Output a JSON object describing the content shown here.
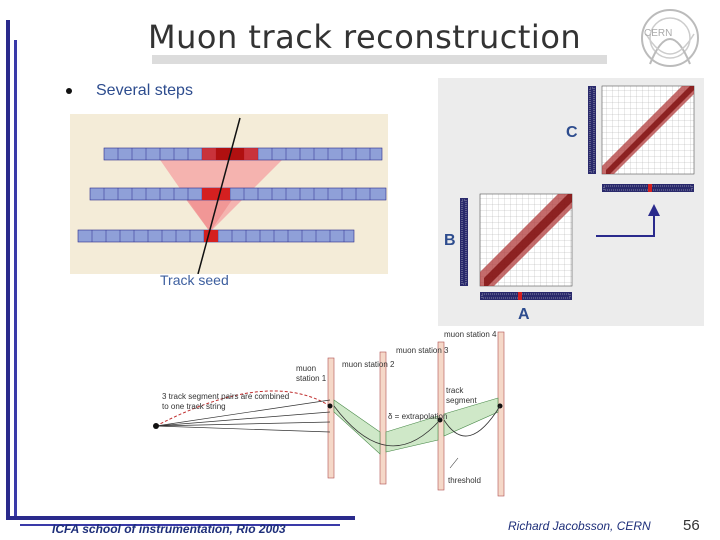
{
  "title": "Muon track reconstruction",
  "logo_text": "CERN",
  "bullet": "Several steps",
  "seed_caption": "Track seed",
  "panel_abc": {
    "label_a": "A",
    "label_b": "B",
    "label_c": "C"
  },
  "stations": {
    "station1": "muon station 1",
    "station2": "muon station 2",
    "station3": "muon station 3",
    "station4": "muon station 4",
    "pairs_note": "3 track segment pairs are combined to one track string",
    "track_segment": "track segment",
    "extrapolation": "δ = extrapolation",
    "threshold": "threshold"
  },
  "footer": {
    "left": "ICFA school of instrumentation, Rio 2003",
    "right": "Richard Jacobsson, CERN",
    "page": "56"
  },
  "colors": {
    "accent": "#2a2a8c",
    "text_blue": "#2d4c8e",
    "red": "#d42020",
    "cell": "#8fa0d8"
  }
}
